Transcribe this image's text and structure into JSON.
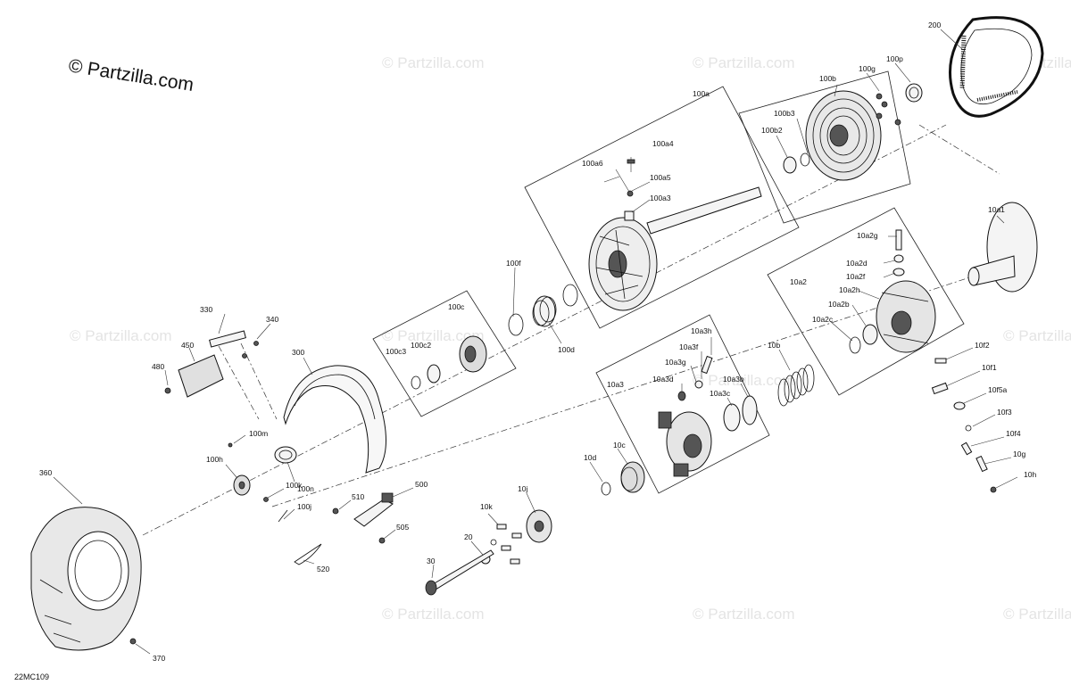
{
  "watermark": "© Partzilla.com",
  "brand": "© Partzilla.com",
  "diagram_code": "22MC109",
  "callouts": {
    "p200": "200",
    "p100p": "100p",
    "p100g": "100g",
    "p100b": "100b",
    "p100a": "100a",
    "p100b3": "100b3",
    "p100b2": "100b2",
    "p100a4": "100a4",
    "p100a6": "100a6",
    "p100a5": "100a5",
    "p100a3": "100a3",
    "p10a1": "10a1",
    "p10a2g": "10a2g",
    "p10a2d": "10a2d",
    "p10a2f": "10a2f",
    "p10a2": "10a2",
    "p10a2h": "10a2h",
    "p10a2b": "10a2b",
    "p10a2c": "10a2c",
    "p100f": "100f",
    "p100d": "100d",
    "p100c": "100c",
    "p100c3": "100c3",
    "p100c2": "100c2",
    "p330": "330",
    "p340": "340",
    "p450": "450",
    "p480": "480",
    "p300": "300",
    "p10a3h": "10a3h",
    "p10a3f": "10a3f",
    "p10a3g": "10a3g",
    "p10a3d": "10a3d",
    "p10a3b": "10a3b",
    "p10a3c": "10a3c",
    "p10a3": "10a3",
    "p10b": "10b",
    "p10f2": "10f2",
    "p10f1": "10f1",
    "p10f5a": "10f5a",
    "p10f3": "10f3",
    "p10f4": "10f4",
    "p10g": "10g",
    "p10h": "10h",
    "p100m": "100m",
    "p100h": "100h",
    "p100k": "100k",
    "p100n": "100n",
    "p100j": "100j",
    "p510": "510",
    "p500": "500",
    "p505": "505",
    "p520": "520",
    "p360": "360",
    "p370": "370",
    "p10d": "10d",
    "p10c": "10c",
    "p10j": "10j",
    "p10k": "10k",
    "p20": "20",
    "p30": "30"
  }
}
